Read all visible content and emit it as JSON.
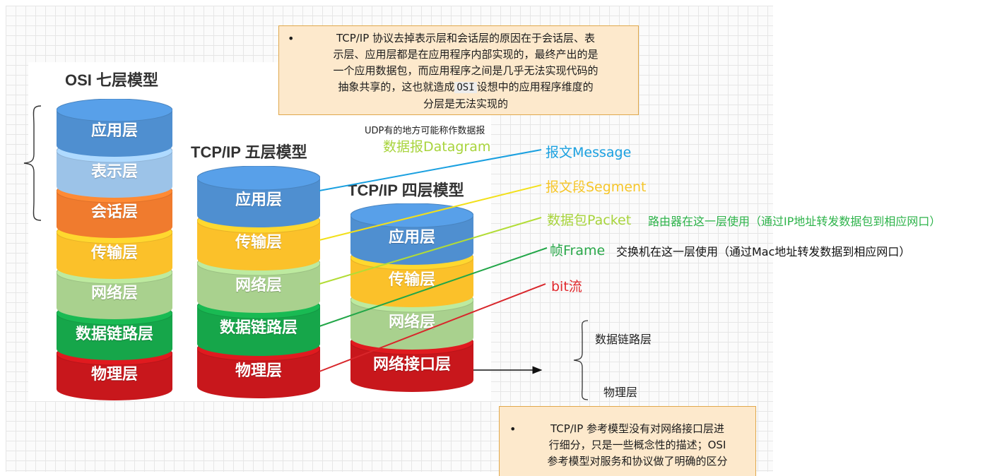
{
  "diagram": {
    "osi_title": "OSI 七层模型",
    "tcpip5_title": "TCP/IP 五层模型",
    "tcpip4_title": "TCP/IP 四层模型",
    "osi_layers": [
      "应用层",
      "表示层",
      "会话层",
      "传输层",
      "网络层",
      "数据链路层",
      "物理层"
    ],
    "tcpip5_layers": [
      "应用层",
      "传输层",
      "网络层",
      "数据链路层",
      "物理层"
    ],
    "tcpip4_layers": [
      "应用层",
      "传输层",
      "网络层",
      "网络接口层"
    ],
    "layer_colors": {
      "application": "#4f8fd0",
      "presentation": "#9cc3e8",
      "session": "#f07b2e",
      "transport": "#fbc12a",
      "network": "#a9d18e",
      "datalink": "#16a64a",
      "physical": "#c8171c"
    }
  },
  "top_note": {
    "line1_a": "TCP/IP 协议去掉表示层和会话层的原因在于会话层、表",
    "line2": "示层、应用层都是在应用程序内部实现的，最终产出的是",
    "line3": "一个应用数据包，而应用程序之间是几乎无法实现代码的",
    "line4_a": "抽象共享的，这也就造成",
    "line4_code": "OSI",
    "line4_b": "设想中的应用程序维度的",
    "line5": "分层是无法实现的"
  },
  "bottom_note": {
    "line1": "TCP/IP 参考模型没有对网络接口层进",
    "line2": "行细分，只是一些概念性的描述；OSI",
    "line3": "参考模型对服务和协议做了明确的区分"
  },
  "annotations": {
    "udp_note": "UDP有的地方可能称作数据报",
    "datagram": "数据报Datagram",
    "message": "报文Message",
    "segment": "报文段Segment",
    "packet": "数据包Packet",
    "router_note": "路由器在这一层使用（通过IP地址转发数据包到相应网口）",
    "frame": "帧Frame",
    "switch_note": "交换机在这一层使用（通过Mac地址转发数据到相应网口）",
    "bits": "bit流",
    "net_iface_split_1": "数据链路层",
    "net_iface_split_2": "物理层"
  },
  "annotation_colors": {
    "message": "#1aa0e0",
    "segment": "#f6c62a",
    "datagram": "#a8d43c",
    "packet": "#a8d43c",
    "router_note": "#2db34a",
    "frame": "#2aa84a",
    "switch_note": "#111111",
    "bits": "#e0262b"
  }
}
